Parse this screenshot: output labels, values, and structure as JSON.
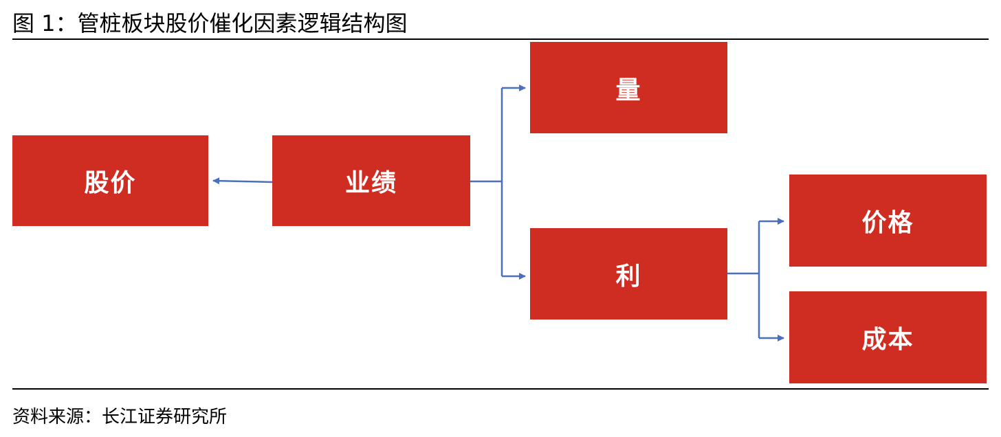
{
  "title": "图  1：管桩板块股价催化因素逻辑结构图",
  "source": "资料来源：长江证券研究所",
  "colors": {
    "node_fill": "#cf2d22",
    "node_text": "#ffffff",
    "connector": "#4a6fbf"
  },
  "nodes": {
    "stock_price": "股价",
    "performance": "业绩",
    "volume": "量",
    "profit": "利",
    "price": "价格",
    "cost": "成本"
  },
  "edges": [
    {
      "from": "业绩",
      "to": "股价"
    },
    {
      "from": "业绩",
      "to": "量"
    },
    {
      "from": "业绩",
      "to": "利"
    },
    {
      "from": "利",
      "to": "价格"
    },
    {
      "from": "利",
      "to": "成本"
    }
  ]
}
